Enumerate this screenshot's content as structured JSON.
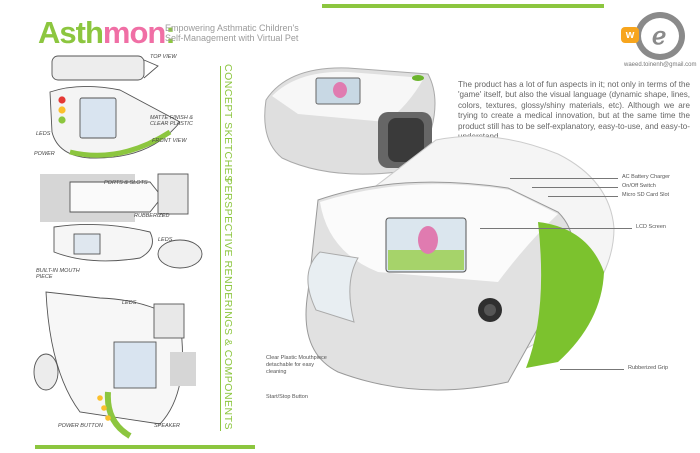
{
  "header": {
    "title_part1": "Asth",
    "title_part2": "mon",
    "title_part3": ":",
    "subtitle": "Empowering Asthmatic Children's Self-Management with Virtual Pet"
  },
  "logo": {
    "badge": "w",
    "email": "waeed.toinenh@gmail.com"
  },
  "description": "The product has a lot of fun aspects in it; not only in terms of the 'game' itself, but also the visual language (dynamic shape, lines, colors, textures, glossy/shiny materials, etc). Although we are trying to create a medical innovation, but at the same time the product still has to be self-explanatory, easy-to-use, and easy-to-understand.",
  "sections": {
    "concept": "CONCEPT SKETCHES",
    "perspective": "PERSPECTIVE RENDERINGS & COMPONENTS"
  },
  "sketch_labels": {
    "top_view": "TOP VIEW",
    "leds": "LEDS",
    "matte": "MATTE FINISH & CLEAR PLASTIC",
    "front_view": "FRONT VIEW",
    "power": "POWER",
    "ports": "PORTS & SLOTS",
    "rubberized": "RUBBERIZED",
    "leds2": "LEDS",
    "builtin": "BUILT-IN MOUTH PIECE",
    "leds3": "LEDS",
    "power_button": "POWER BUTTON",
    "speaker": "SPEAKER"
  },
  "callouts": {
    "ac": "AC Battery Charger",
    "onoff": "On/Off Switch",
    "sd": "Micro SD Card Slot",
    "lcd": "LCD Screen",
    "grip": "Rubberized Grip",
    "mouthpiece": "Clear Plastic Mouthpiece detachable for easy cleaning",
    "startstop": "Start/Stop Button"
  },
  "colors": {
    "accent_green": "#8cc63f",
    "accent_pink": "#f06fa5",
    "logo_orange": "#f7a51d",
    "logo_grey": "#8a8a8a"
  }
}
